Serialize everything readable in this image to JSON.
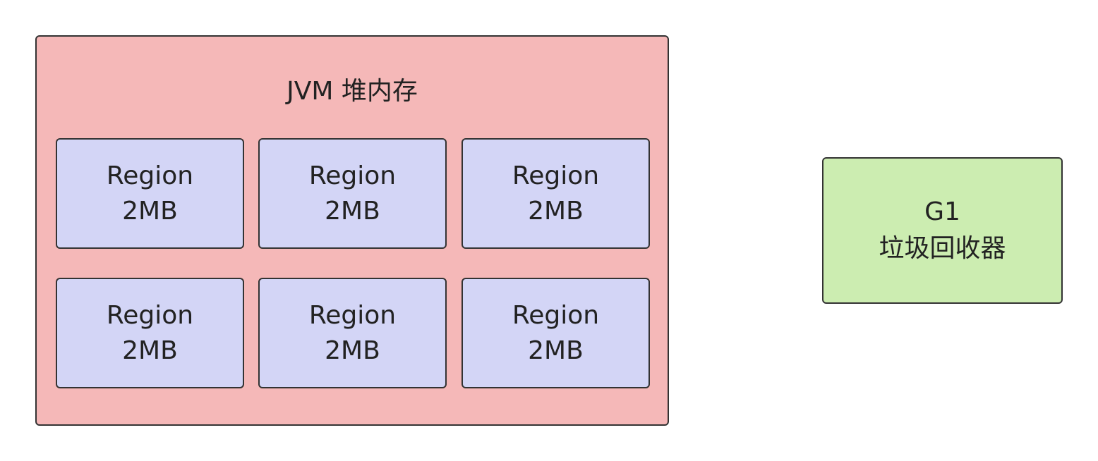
{
  "colors": {
    "heap_fill": "#f5b8b8",
    "region_fill": "#d3d5f6",
    "collector_fill": "#ccedb1",
    "border": "#333333"
  },
  "heap": {
    "title": "JVM 堆内存",
    "regions": [
      {
        "name": "Region",
        "size": "2MB"
      },
      {
        "name": "Region",
        "size": "2MB"
      },
      {
        "name": "Region",
        "size": "2MB"
      },
      {
        "name": "Region",
        "size": "2MB"
      },
      {
        "name": "Region",
        "size": "2MB"
      },
      {
        "name": "Region",
        "size": "2MB"
      }
    ]
  },
  "collector": {
    "name": "G1",
    "description": "垃圾回收器"
  }
}
